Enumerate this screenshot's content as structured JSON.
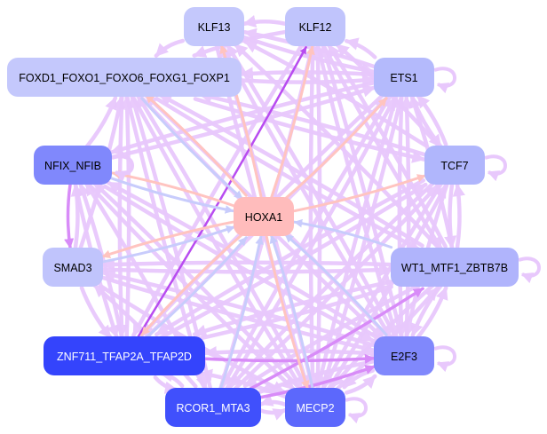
{
  "diagram": {
    "type": "gene-regulatory-network",
    "colors": {
      "edge_default": "#e8c8fc",
      "edge_strong": "#d88cf8",
      "edge_strongest": "#b84cf0",
      "edge_to_hoxa1": "#c8ccfc",
      "edge_from_hoxa1": "#ffc4c0",
      "node_hoxa1": "#ffbcbc",
      "text_dark": "#000000",
      "text_light": "#ffffff"
    },
    "nodes": [
      {
        "id": "KLF13",
        "label": "KLF13",
        "fill": "#c4c8fc",
        "text": "dark"
      },
      {
        "id": "KLF12",
        "label": "KLF12",
        "fill": "#c0c4fc",
        "text": "dark"
      },
      {
        "id": "FOX",
        "label": "FOXD1_FOXO1_FOXO6_FOXG1_FOXP1",
        "fill": "#c4c8fc",
        "text": "dark"
      },
      {
        "id": "ETS1",
        "label": "ETS1",
        "fill": "#b4bafc",
        "text": "dark"
      },
      {
        "id": "NFIX_NFIB",
        "label": "NFIX_NFIB",
        "fill": "#8088fc",
        "text": "dark"
      },
      {
        "id": "TCF7",
        "label": "TCF7",
        "fill": "#b0b6fc",
        "text": "dark"
      },
      {
        "id": "HOXA1",
        "label": "HOXA1",
        "fill": "#ffbcbc",
        "text": "dark"
      },
      {
        "id": "SMAD3",
        "label": "SMAD3",
        "fill": "#c0c4fc",
        "text": "dark"
      },
      {
        "id": "WT1",
        "label": "WT1_MTF1_ZBTB7B",
        "fill": "#b0b4fc",
        "text": "dark"
      },
      {
        "id": "ZNF711",
        "label": "ZNF711_TFAP2A_TFAP2D",
        "fill": "#3444fc",
        "text": "light"
      },
      {
        "id": "E2F3",
        "label": "E2F3",
        "fill": "#8088fc",
        "text": "dark"
      },
      {
        "id": "RCOR1",
        "label": "RCOR1_MTA3",
        "fill": "#4050fc",
        "text": "light"
      },
      {
        "id": "MECP2",
        "label": "MECP2",
        "fill": "#5c68fc",
        "text": "light"
      }
    ],
    "edges": [
      {
        "from": "HOXA1",
        "to": "KLF12",
        "kind": "from_hoxa1"
      },
      {
        "from": "HOXA1",
        "to": "ETS1",
        "kind": "from_hoxa1"
      },
      {
        "from": "HOXA1",
        "to": "TCF7",
        "kind": "from_hoxa1"
      },
      {
        "from": "HOXA1",
        "to": "FOX",
        "kind": "from_hoxa1"
      },
      {
        "from": "HOXA1",
        "to": "NFIX_NFIB",
        "kind": "from_hoxa1"
      },
      {
        "from": "HOXA1",
        "to": "SMAD3",
        "kind": "from_hoxa1"
      },
      {
        "from": "HOXA1",
        "to": "ZNF711",
        "kind": "from_hoxa1"
      },
      {
        "from": "HOXA1",
        "to": "MECP2",
        "kind": "from_hoxa1"
      },
      {
        "from": "HOXA1",
        "to": "KLF13",
        "kind": "from_hoxa1"
      },
      {
        "from": "NFIX_NFIB",
        "to": "HOXA1",
        "kind": "to_hoxa1"
      },
      {
        "from": "FOX",
        "to": "HOXA1",
        "kind": "to_hoxa1"
      },
      {
        "from": "SMAD3",
        "to": "HOXA1",
        "kind": "to_hoxa1"
      },
      {
        "from": "WT1",
        "to": "HOXA1",
        "kind": "to_hoxa1"
      },
      {
        "from": "E2F3",
        "to": "HOXA1",
        "kind": "to_hoxa1"
      },
      {
        "from": "MECP2",
        "to": "HOXA1",
        "kind": "to_hoxa1"
      },
      {
        "from": "RCOR1",
        "to": "HOXA1",
        "kind": "to_hoxa1"
      },
      {
        "from": "ZNF711",
        "to": "HOXA1",
        "kind": "to_hoxa1"
      },
      {
        "from": "NFIX_NFIB",
        "to": "SMAD3",
        "kind": "strong"
      },
      {
        "from": "SMAD3",
        "to": "NFIX_NFIB",
        "kind": "default"
      },
      {
        "from": "TCF7",
        "to": "WT1",
        "kind": "default"
      },
      {
        "from": "WT1",
        "to": "TCF7",
        "kind": "default"
      },
      {
        "from": "ETS1",
        "to": "TCF7",
        "kind": "default"
      },
      {
        "from": "TCF7",
        "to": "ETS1",
        "kind": "default"
      },
      {
        "from": "ETS1",
        "to": "KLF12",
        "kind": "default"
      },
      {
        "from": "WT1",
        "to": "E2F3",
        "kind": "default"
      },
      {
        "from": "E2F3",
        "to": "WT1",
        "kind": "default"
      },
      {
        "from": "E2F3",
        "to": "MECP2",
        "kind": "default"
      },
      {
        "from": "MECP2",
        "to": "E2F3",
        "kind": "default"
      },
      {
        "from": "RCOR1",
        "to": "E2F3",
        "kind": "strong"
      },
      {
        "from": "ZNF711",
        "to": "E2F3",
        "kind": "strong"
      },
      {
        "from": "RCOR1",
        "to": "MECP2",
        "kind": "default"
      },
      {
        "from": "MECP2",
        "to": "RCOR1",
        "kind": "default"
      },
      {
        "from": "ZNF711",
        "to": "RCOR1",
        "kind": "default"
      },
      {
        "from": "ZNF711",
        "to": "KLF12",
        "kind": "strongest"
      },
      {
        "from": "RCOR1",
        "to": "KLF12",
        "kind": "default"
      },
      {
        "from": "MECP2",
        "to": "KLF12",
        "kind": "default"
      },
      {
        "from": "MECP2",
        "to": "KLF13",
        "kind": "default"
      },
      {
        "from": "MECP2",
        "to": "FOX",
        "kind": "default"
      },
      {
        "from": "MECP2",
        "to": "ETS1",
        "kind": "default"
      },
      {
        "from": "MECP2",
        "to": "TCF7",
        "kind": "default"
      },
      {
        "from": "MECP2",
        "to": "WT1",
        "kind": "default"
      },
      {
        "from": "MECP2",
        "to": "NFIX_NFIB",
        "kind": "default"
      },
      {
        "from": "MECP2",
        "to": "ZNF711",
        "kind": "default"
      },
      {
        "from": "RCOR1",
        "to": "ETS1",
        "kind": "default"
      },
      {
        "from": "RCOR1",
        "to": "TCF7",
        "kind": "default"
      },
      {
        "from": "RCOR1",
        "to": "WT1",
        "kind": "strong"
      },
      {
        "from": "RCOR1",
        "to": "FOX",
        "kind": "default"
      },
      {
        "from": "RCOR1",
        "to": "NFIX_NFIB",
        "kind": "default"
      },
      {
        "from": "RCOR1",
        "to": "SMAD3",
        "kind": "default"
      },
      {
        "from": "RCOR1",
        "to": "ZNF711",
        "kind": "default"
      },
      {
        "from": "ZNF711",
        "to": "FOX",
        "kind": "default"
      },
      {
        "from": "ZNF711",
        "to": "ETS1",
        "kind": "default"
      },
      {
        "from": "ZNF711",
        "to": "TCF7",
        "kind": "default"
      },
      {
        "from": "ZNF711",
        "to": "WT1",
        "kind": "default"
      },
      {
        "from": "ZNF711",
        "to": "NFIX_NFIB",
        "kind": "default"
      },
      {
        "from": "E2F3",
        "to": "FOX",
        "kind": "default"
      },
      {
        "from": "E2F3",
        "to": "KLF12",
        "kind": "default"
      },
      {
        "from": "E2F3",
        "to": "KLF13",
        "kind": "default"
      },
      {
        "from": "E2F3",
        "to": "ETS1",
        "kind": "default"
      },
      {
        "from": "E2F3",
        "to": "NFIX_NFIB",
        "kind": "default"
      },
      {
        "from": "E2F3",
        "to": "SMAD3",
        "kind": "default"
      },
      {
        "from": "E2F3",
        "to": "ZNF711",
        "kind": "default"
      },
      {
        "from": "E2F3",
        "to": "RCOR1",
        "kind": "default"
      },
      {
        "from": "WT1",
        "to": "FOX",
        "kind": "default"
      },
      {
        "from": "WT1",
        "to": "KLF13",
        "kind": "default"
      },
      {
        "from": "WT1",
        "to": "KLF12",
        "kind": "default"
      },
      {
        "from": "WT1",
        "to": "ETS1",
        "kind": "default"
      },
      {
        "from": "WT1",
        "to": "SMAD3",
        "kind": "default"
      },
      {
        "from": "WT1",
        "to": "ZNF711",
        "kind": "default"
      },
      {
        "from": "WT1",
        "to": "RCOR1",
        "kind": "default"
      },
      {
        "from": "WT1",
        "to": "MECP2",
        "kind": "default"
      },
      {
        "from": "TCF7",
        "to": "FOX",
        "kind": "default"
      },
      {
        "from": "TCF7",
        "to": "KLF13",
        "kind": "default"
      },
      {
        "from": "TCF7",
        "to": "KLF12",
        "kind": "default"
      },
      {
        "from": "TCF7",
        "to": "E2F3",
        "kind": "default"
      },
      {
        "from": "TCF7",
        "to": "RCOR1",
        "kind": "default"
      },
      {
        "from": "TCF7",
        "to": "MECP2",
        "kind": "default"
      },
      {
        "from": "TCF7",
        "to": "ZNF711",
        "kind": "default"
      },
      {
        "from": "ETS1",
        "to": "FOX",
        "kind": "default"
      },
      {
        "from": "ETS1",
        "to": "KLF13",
        "kind": "default"
      },
      {
        "from": "ETS1",
        "to": "E2F3",
        "kind": "default"
      },
      {
        "from": "ETS1",
        "to": "MECP2",
        "kind": "default"
      },
      {
        "from": "ETS1",
        "to": "RCOR1",
        "kind": "default"
      },
      {
        "from": "ETS1",
        "to": "ZNF711",
        "kind": "default"
      },
      {
        "from": "ETS1",
        "to": "NFIX_NFIB",
        "kind": "default"
      },
      {
        "from": "KLF12",
        "to": "KLF13",
        "kind": "default"
      },
      {
        "from": "KLF12",
        "to": "FOX",
        "kind": "default"
      },
      {
        "from": "KLF12",
        "to": "E2F3",
        "kind": "default"
      },
      {
        "from": "KLF12",
        "to": "MECP2",
        "kind": "default"
      },
      {
        "from": "KLF12",
        "to": "WT1",
        "kind": "default"
      },
      {
        "from": "KLF12",
        "to": "ZNF711",
        "kind": "default"
      },
      {
        "from": "KLF13",
        "to": "FOX",
        "kind": "default"
      },
      {
        "from": "KLF13",
        "to": "MECP2",
        "kind": "default"
      },
      {
        "from": "KLF13",
        "to": "E2F3",
        "kind": "default"
      },
      {
        "from": "KLF13",
        "to": "ETS1",
        "kind": "default"
      },
      {
        "from": "FOX",
        "to": "ETS1",
        "kind": "default"
      },
      {
        "from": "FOX",
        "to": "E2F3",
        "kind": "default"
      },
      {
        "from": "FOX",
        "to": "MECP2",
        "kind": "default"
      },
      {
        "from": "FOX",
        "to": "RCOR1",
        "kind": "default"
      },
      {
        "from": "FOX",
        "to": "ZNF711",
        "kind": "default"
      },
      {
        "from": "FOX",
        "to": "WT1",
        "kind": "default"
      },
      {
        "from": "FOX",
        "to": "TCF7",
        "kind": "default"
      },
      {
        "from": "NFIX_NFIB",
        "to": "FOX",
        "kind": "default"
      },
      {
        "from": "NFIX_NFIB",
        "to": "ZNF711",
        "kind": "default"
      },
      {
        "from": "NFIX_NFIB",
        "to": "MECP2",
        "kind": "default"
      },
      {
        "from": "NFIX_NFIB",
        "to": "E2F3",
        "kind": "default"
      },
      {
        "from": "NFIX_NFIB",
        "to": "ETS1",
        "kind": "default"
      },
      {
        "from": "SMAD3",
        "to": "FOX",
        "kind": "default"
      },
      {
        "from": "SMAD3",
        "to": "E2F3",
        "kind": "default"
      },
      {
        "from": "SMAD3",
        "to": "WT1",
        "kind": "default"
      },
      {
        "from": "SMAD3",
        "to": "MECP2",
        "kind": "default"
      },
      {
        "from": "SMAD3",
        "to": "ZNF711",
        "kind": "default"
      }
    ],
    "self_loops": [
      "ETS1",
      "TCF7",
      "WT1",
      "E2F3",
      "MECP2",
      "NFIX_NFIB"
    ]
  }
}
